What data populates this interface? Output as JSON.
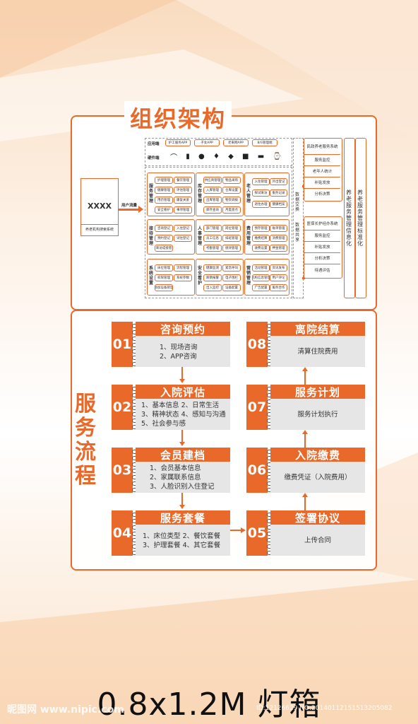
{
  "colors": {
    "accent": "#e8692a",
    "gray": "#e6e6e6"
  },
  "org": {
    "title": "组织架构",
    "system_name": "XXXX",
    "system_caption": "养老机构搜索系统",
    "user_flow": "用户流量",
    "apps_label": "应用端",
    "apps": [
      "护工服务APP",
      "子女APP",
      "老来网APP",
      "B/S管理端"
    ],
    "hardware_label": "硬件端",
    "modules": [
      {
        "name": "服务管理",
        "items": [
          "护理管理",
          "餐饮管理",
          "健康管理",
          "评估管理",
          "用药管理",
          "康复关爱",
          "安全看护",
          "事项管理"
        ]
      },
      {
        "name": "库存管理",
        "items": [
          "供应商管理",
          "物品采购",
          "入库管理",
          "仓库设置",
          "出库管理",
          "物资调拨",
          "库存查询",
          "月度盘点"
        ]
      },
      {
        "name": "老人管理",
        "items": [
          "入住管理",
          "外出登记",
          "探试来访",
          "服务记录",
          "退住办理",
          "健康档案"
        ]
      },
      {
        "name": "接待管理",
        "items": [
          "咨询登记",
          "入住登记",
          "预约登记",
          "试住登记",
          "来访成接管"
        ]
      },
      {
        "name": "人事管理",
        "items": [
          "部门管理",
          "岗位管理",
          "员工信息",
          "排班管理",
          "考勤管理",
          "绩效管理"
        ]
      },
      {
        "name": "费用管理",
        "items": [
          "预存管理",
          "账单管理",
          "缴费结算",
          "消费管理",
          "收费设置",
          "押金管理"
        ]
      },
      {
        "name": "系统设置",
        "items": [
          "床位管理",
          "流程管理",
          "权限管理",
          "系统参数",
          "添加设备管理"
        ]
      },
      {
        "name": "安全看护",
        "items": [
          "健康监测",
          "紧急呼叫",
          "跌倒报警",
          "电子围栏",
          "出入监控",
          "设备配置"
        ]
      },
      {
        "name": "营销管理",
        "items": [
          "活动管理",
          "资讯发布",
          "机构信息管理",
          "用户评论",
          "广告配置",
          "服务合作"
        ]
      }
    ],
    "exchange_label_1": "数据交换",
    "exchange_label_2": "数据共享",
    "right_top": [
      "民政养老服务系统",
      "服务监控",
      "老年人统计",
      "补贴发放",
      "分析决策"
    ],
    "right_bottom": [
      "医保长护经办系统",
      "服务监控",
      "补贴发放",
      "分析决策",
      "待遇评估"
    ],
    "vertical_1": "养老服务管理信息化",
    "vertical_2": "养老服务管理标准化"
  },
  "process": {
    "title": "服务流程",
    "steps": [
      {
        "num": "01",
        "title": "咨询预约",
        "lines": [
          "1、现场咨询",
          "2、APP咨询"
        ]
      },
      {
        "num": "02",
        "title": "入院评估",
        "lines": [
          "1、基本信息  2、日常生活",
          "3、精神状态  4、感知与沟通",
          "5、社会参与感"
        ]
      },
      {
        "num": "03",
        "title": "会员建档",
        "lines": [
          "1、会员基本信息",
          "2、家属联系信息",
          "3、人脸识别入住登记"
        ]
      },
      {
        "num": "04",
        "title": "服务套餐",
        "lines": [
          "1、床位类型  2、餐饮套餐",
          "3、护理套餐  4、其它套餐"
        ]
      },
      {
        "num": "05",
        "title": "签署协议",
        "lines": [
          "上传合同"
        ]
      },
      {
        "num": "06",
        "title": "入院缴费",
        "lines": [
          "缴费凭证（入院费用）"
        ]
      },
      {
        "num": "07",
        "title": "服务计划",
        "lines": [
          "服务计划执行"
        ]
      },
      {
        "num": "08",
        "title": "离院结算",
        "lines": [
          "清算住院费用"
        ]
      }
    ]
  },
  "footer": {
    "text": "0.8x1.2M 灯箱"
  },
  "watermark": {
    "left": "昵图网 www.nipic.com",
    "right": "ID:12126629 NO:20140112151513205082"
  }
}
